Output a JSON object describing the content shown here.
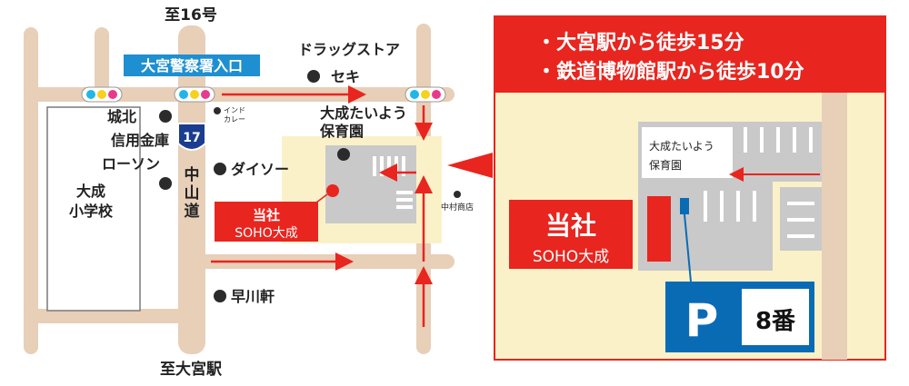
{
  "colors": {
    "road": "#e8cfb8",
    "accent_red": "#e8251f",
    "sign_blue": "#1e8fd0",
    "parking_blue": "#0a6bb5",
    "lot_gray": "#c9c9c9",
    "cream": "#fbf1c9",
    "dot": "#2b2b2b"
  },
  "map": {
    "labels": {
      "north_dest": "至16号",
      "south_dest": "至大宮駅",
      "police_sign": "大宮警察署入口",
      "route_no": "17",
      "road_name": [
        "中",
        "山",
        "道"
      ],
      "drugstore": [
        "ドラッグストア",
        "セキ"
      ],
      "nursery": [
        "大成たいよう",
        "保育園"
      ],
      "bank": [
        "城北",
        "信用金庫"
      ],
      "lawson": "ローソン",
      "daiso": "ダイソー",
      "indian": [
        "インド",
        "カレー"
      ],
      "school": [
        "大成",
        "小学校"
      ],
      "nakamura": "中村商店",
      "hayakawa": "早川軒",
      "office": [
        "当社",
        "SOHO大成"
      ]
    }
  },
  "detail": {
    "header_lines": [
      "・大宮駅から徒歩15分",
      "・鉄道博物館駅から徒歩10分"
    ],
    "nursery": [
      "大成たいよう",
      "保育園"
    ],
    "office": [
      "当社",
      "SOHO大成"
    ],
    "parking_symbol": "P",
    "parking_number": "8番"
  },
  "icons": {
    "traffic_light": "traffic-light-icon",
    "route_shield": "route-shield-icon",
    "landmark_dot": "landmark-dot-icon",
    "direction_arrow": "arrow-icon",
    "parking": "parking-icon"
  }
}
